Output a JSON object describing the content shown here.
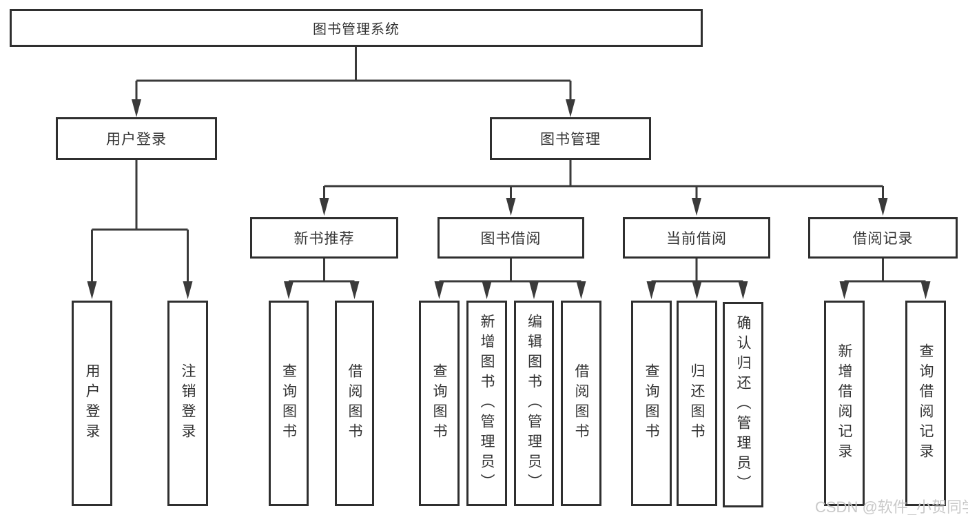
{
  "diagram": {
    "title": "图书管理系统",
    "tree": {
      "root": {
        "label": "图书管理系统",
        "children": [
          {
            "label": "用户登录",
            "children": [
              {
                "label": "用户登录"
              },
              {
                "label": "注销登录"
              }
            ]
          },
          {
            "label": "图书管理",
            "children": [
              {
                "label": "新书推荐",
                "children": [
                  {
                    "label": "查询图书"
                  },
                  {
                    "label": "借阅图书"
                  }
                ]
              },
              {
                "label": "图书借阅",
                "children": [
                  {
                    "label": "查询图书"
                  },
                  {
                    "label": "新增图书（管理员）"
                  },
                  {
                    "label": "编辑图书（管理员）"
                  },
                  {
                    "label": "借阅图书"
                  }
                ]
              },
              {
                "label": "当前借阅",
                "children": [
                  {
                    "label": "查询图书"
                  },
                  {
                    "label": "归还图书"
                  },
                  {
                    "label": "确认归还（管理员）"
                  }
                ]
              },
              {
                "label": "借阅记录",
                "children": [
                  {
                    "label": "新增借阅记录"
                  },
                  {
                    "label": "查询借阅记录"
                  }
                ]
              }
            ]
          }
        ]
      }
    }
  },
  "watermark": {
    "text": "CSDN @软件_小贺同学"
  },
  "colors": {
    "line": "#3a3a3a",
    "box_border": "#2f2f2f",
    "box_fill": "#ffffff",
    "text": "#333333",
    "watermark": "#c9c9c9",
    "background": "#ffffff"
  }
}
